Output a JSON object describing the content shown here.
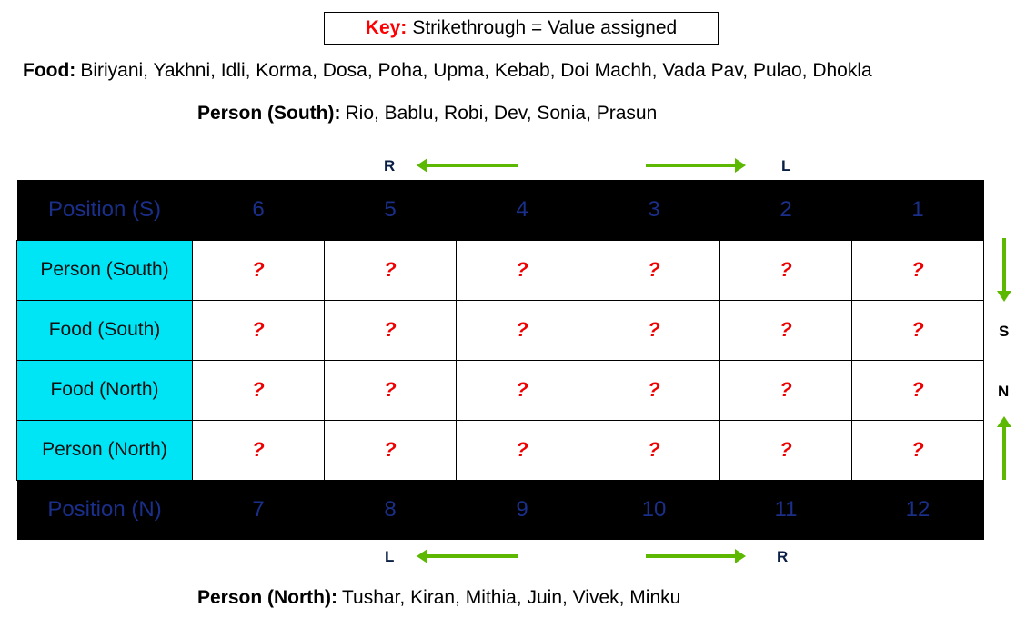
{
  "key": {
    "label": "Key:",
    "text": "Strikethrough = Value assigned",
    "label_color": "#ff0000"
  },
  "food": {
    "label": "Food:",
    "items": "Biriyani, Yakhni, Idli, Korma, Dosa, Poha, Upma, Kebab, Doi Machh, Vada Pav, Pulao, Dhokla"
  },
  "person_south": {
    "label": "Person (South):",
    "items": "Rio, Bablu, Robi, Dev, Sonia, Prasun"
  },
  "person_north": {
    "label": "Person (North):",
    "items": "Tushar, Kiran, Mithia, Juin, Vivek, Minku"
  },
  "directions": {
    "top_left": "R",
    "top_right": "L",
    "bottom_left": "L",
    "bottom_right": "R",
    "side_south": "S",
    "side_north": "N",
    "arrow_color": "#5cb800"
  },
  "grid": {
    "header": {
      "label": "Position (S)",
      "positions": [
        "6",
        "5",
        "4",
        "3",
        "2",
        "1"
      ]
    },
    "rows": [
      {
        "label": "Person (South)",
        "cells": [
          "?",
          "?",
          "?",
          "?",
          "?",
          "?"
        ]
      },
      {
        "label": "Food (South)",
        "cells": [
          "?",
          "?",
          "?",
          "?",
          "?",
          "?"
        ]
      },
      {
        "label": "Food (North)",
        "cells": [
          "?",
          "?",
          "?",
          "?",
          "?",
          "?"
        ]
      },
      {
        "label": "Person (North)",
        "cells": [
          "?",
          "?",
          "?",
          "?",
          "?",
          "?"
        ]
      }
    ],
    "footer": {
      "label": "Position (N)",
      "positions": [
        "7",
        "8",
        "9",
        "10",
        "11",
        "12"
      ]
    },
    "label_color": "#00e5f5"
  }
}
